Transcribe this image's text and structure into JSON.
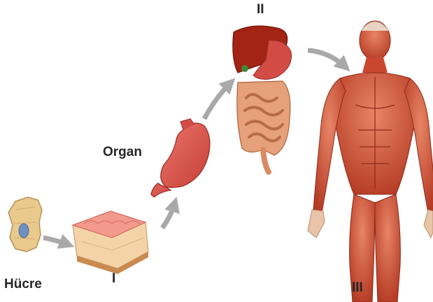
{
  "labels": {
    "cell": "Hücre",
    "tissue": "I",
    "organ": "Organ",
    "system": "II",
    "organism": "III"
  },
  "colors": {
    "arrow": "#a9a9a9",
    "muscle": "#c9472f",
    "muscle_light": "#e88566",
    "liver": "#a32414",
    "stomach": "#d24c45",
    "intestine": "#d98a62",
    "cell": "#e9c98c",
    "nucleus": "#6f8fbf",
    "tissue_top": "#f39a8f",
    "tissue_side": "#f4d3a8",
    "label": "#262626"
  }
}
